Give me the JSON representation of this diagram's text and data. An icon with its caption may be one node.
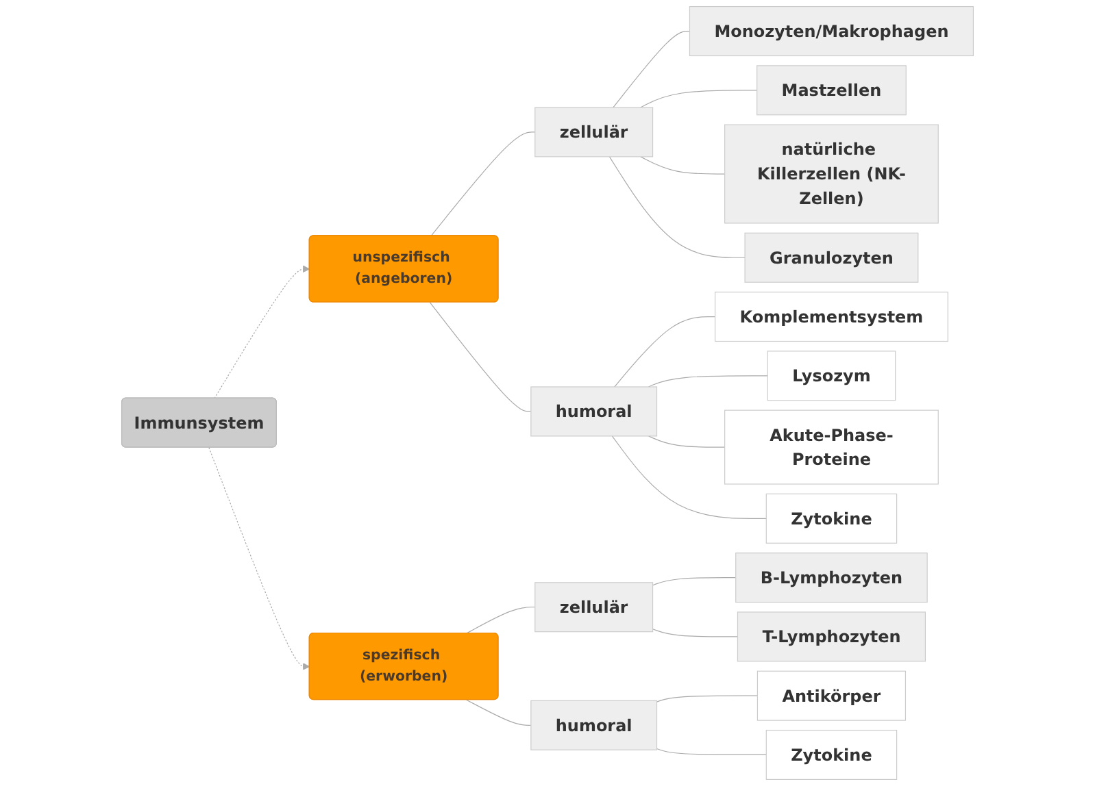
{
  "diagram": {
    "nodes": [
      {
        "text": [
          "Immunsystem"
        ]
      },
      {
        "text": [
          "unspezifisch (angeboren)"
        ]
      },
      {
        "text": [
          "zellulär"
        ]
      },
      {
        "text": [
          "Monozyten/Makrophagen"
        ]
      },
      {
        "text": [
          "Mastzellen"
        ]
      },
      {
        "text": [
          "natürliche Killerzellen (NK-Zellen)"
        ]
      },
      {
        "text": [
          "Granulozyten"
        ]
      },
      {
        "text": [
          "humoral"
        ]
      },
      {
        "text": [
          "Komplementsystem"
        ]
      },
      {
        "text": [
          "Lysozym"
        ]
      },
      {
        "text": [
          "Akute-Phase-Proteine"
        ]
      },
      {
        "text": [
          "Zytokine"
        ]
      },
      {
        "text": [
          "spezifisch (erworben)"
        ]
      },
      {
        "text": [
          "zellulär"
        ]
      },
      {
        "text": [
          "B-Lymphozyten"
        ]
      },
      {
        "text": [
          "T-Lymphozyten"
        ]
      },
      {
        "text": [
          "humoral"
        ]
      },
      {
        "text": [
          "Antikörper"
        ]
      },
      {
        "text": [
          "Zytokine"
        ]
      }
    ],
    "edges": [
      {
        "from": 0,
        "to": 1,
        "arrow": "to",
        "style": "dashed"
      },
      {
        "from": 1,
        "to": 2,
        "arrow": "none"
      },
      {
        "from": 2,
        "to": 3,
        "arrow": "none"
      },
      {
        "from": 2,
        "to": 4,
        "arrow": "none"
      },
      {
        "from": 2,
        "to": 5,
        "arrow": "none"
      },
      {
        "from": 2,
        "to": 6,
        "arrow": "none"
      },
      {
        "from": 1,
        "to": 7,
        "arrow": "none"
      },
      {
        "from": 7,
        "to": 8,
        "arrow": "none"
      },
      {
        "from": 7,
        "to": 9,
        "arrow": "none"
      },
      {
        "from": 7,
        "to": 10,
        "arrow": "none"
      },
      {
        "from": 7,
        "to": 11,
        "arrow": "none"
      },
      {
        "from": 0,
        "to": 12,
        "arrow": "to",
        "style": "dashed"
      },
      {
        "from": 12,
        "to": 13,
        "arrow": "none"
      },
      {
        "from": 13,
        "to": 14,
        "arrow": "none"
      },
      {
        "from": 13,
        "to": 15,
        "arrow": "none"
      },
      {
        "from": 12,
        "to": 16,
        "arrow": "none"
      },
      {
        "from": 16,
        "to": 17,
        "arrow": "none"
      },
      {
        "from": 16,
        "to": 18,
        "arrow": "none"
      }
    ]
  }
}
